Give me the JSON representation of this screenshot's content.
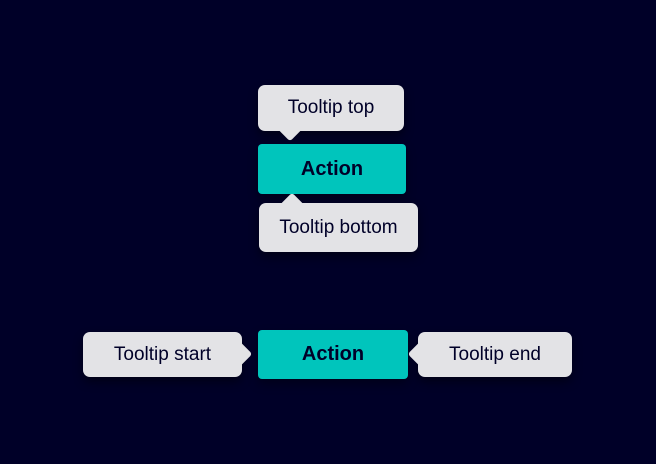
{
  "colors": {
    "background": "#000028",
    "tooltip_background": "#e3e3e6",
    "accent_teal": "#00c5bc",
    "text_dark": "#000028"
  },
  "top_group": {
    "tooltip_top": {
      "label": "Tooltip top",
      "arrow_direction": "down"
    },
    "action_button": {
      "label": "Action"
    },
    "tooltip_bottom": {
      "label": "Tooltip bottom",
      "arrow_direction": "up"
    }
  },
  "bottom_group": {
    "tooltip_start": {
      "label": "Tooltip start",
      "arrow_direction": "right"
    },
    "action_button": {
      "label": "Action"
    },
    "tooltip_end": {
      "label": "Tooltip end",
      "arrow_direction": "left"
    }
  }
}
